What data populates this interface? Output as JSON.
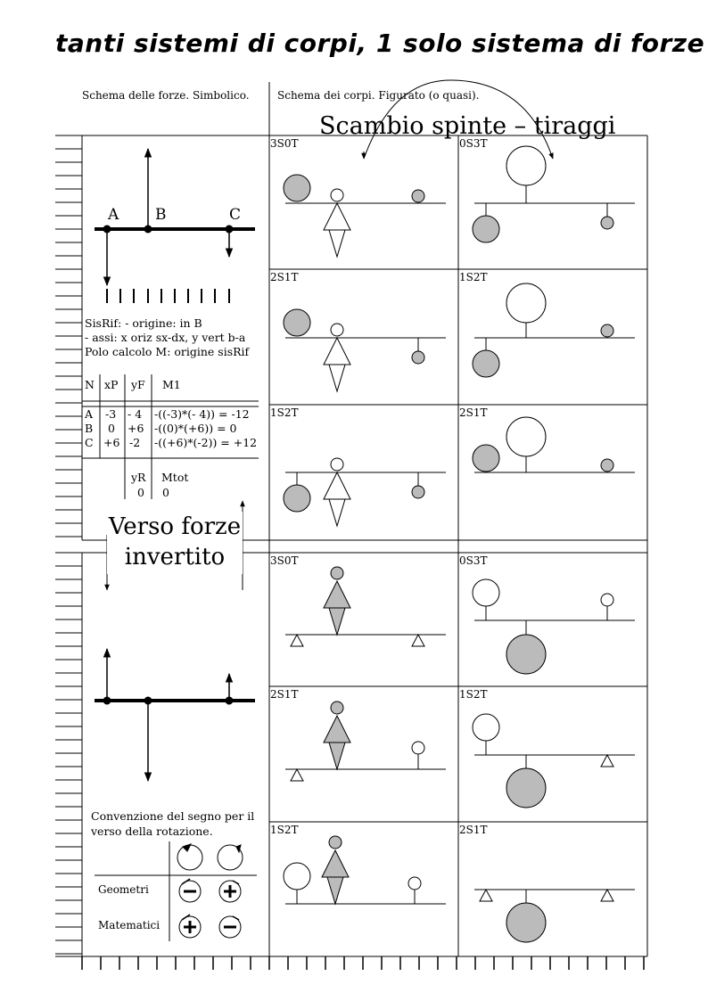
{
  "title": "tanti sistemi di corpi, 1 solo sistema di forze",
  "header": {
    "left": "Schema delle forze. Simbolico.",
    "right": "Schema dei corpi. Figurato (o quasi)."
  },
  "annotation": "Scambio spinte – tiraggi",
  "top_section": {
    "points": [
      "A",
      "B",
      "C"
    ],
    "sisrif": [
      "SisRif: - origine: in B",
      "- assi: x oriz sx-dx, y vert b-a",
      "Polo calcolo M: origine sisRif"
    ],
    "table": {
      "headers": [
        "N",
        "xP",
        "yF",
        "M1"
      ],
      "rows": [
        [
          "A",
          "-3",
          "- 4",
          "-((-3)*(- 4)) = -12"
        ],
        [
          "B",
          "0",
          "+6",
          "-((0)*(+6)) = 0"
        ],
        [
          "C",
          "+6",
          "-2",
          "-((+6)*(-2)) = +12"
        ]
      ],
      "totals_headers": [
        "yR",
        "Mtot"
      ],
      "totals_values": [
        "0",
        "0"
      ]
    },
    "cells": [
      "3S0T",
      "0S3T",
      "2S1T",
      "1S2T",
      "1S2T",
      "2S1T"
    ]
  },
  "verso_label": "Verso forze invertito",
  "bottom_section": {
    "cells": [
      "3S0T",
      "0S3T",
      "2S1T",
      "1S2T",
      "1S2T",
      "2S1T"
    ],
    "convention": {
      "text_line1": "Convenzione del segno per il",
      "text_line2": "verso della rotazione.",
      "geometri": "Geometri",
      "matematici": "Matematici",
      "geometri_signs": [
        "−",
        "+"
      ],
      "matematici_signs": [
        "+",
        "−"
      ]
    }
  }
}
